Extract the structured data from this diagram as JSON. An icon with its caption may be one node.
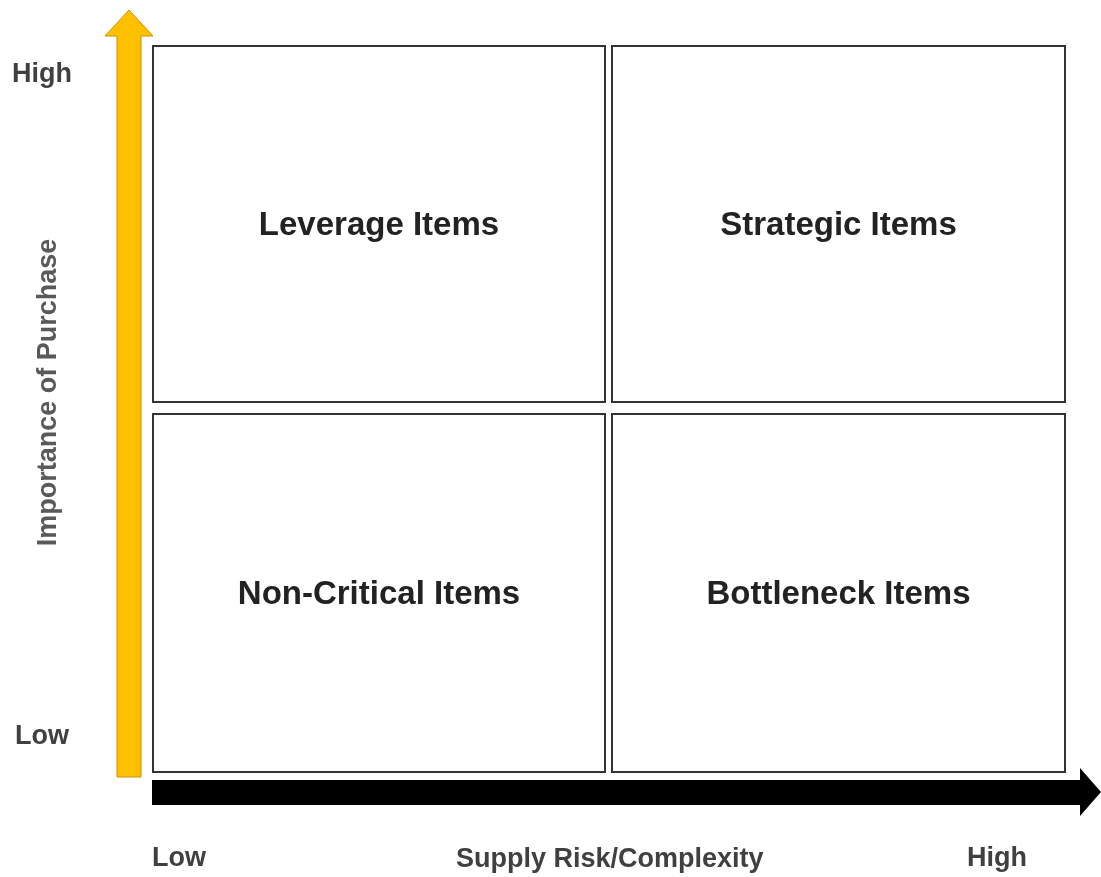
{
  "diagram": {
    "nodes": [
      {
        "text": [
          "Leverage Items"
        ]
      },
      {
        "text": [
          "Strategic Items"
        ]
      },
      {
        "text": [
          "Non-Critical Items"
        ]
      },
      {
        "text": [
          "Bottleneck Items"
        ]
      }
    ],
    "labels": [
      "High",
      "Importance of Purchase",
      "Low",
      "Low",
      "Supply Risk/Complexity",
      "High"
    ]
  }
}
